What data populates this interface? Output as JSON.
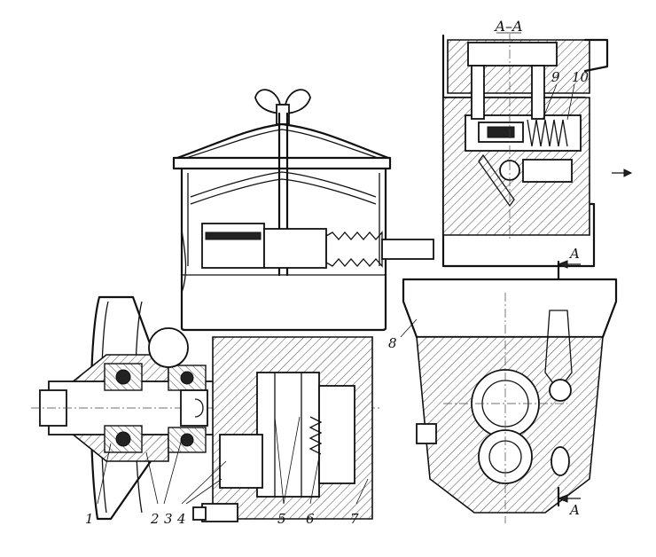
{
  "section_title": "A–A",
  "section_marker_top": "A",
  "section_marker_bottom": "A",
  "part_labels": [
    "1",
    "2",
    "3",
    "4",
    "5",
    "6",
    "7",
    "8",
    "9",
    "10"
  ]
}
